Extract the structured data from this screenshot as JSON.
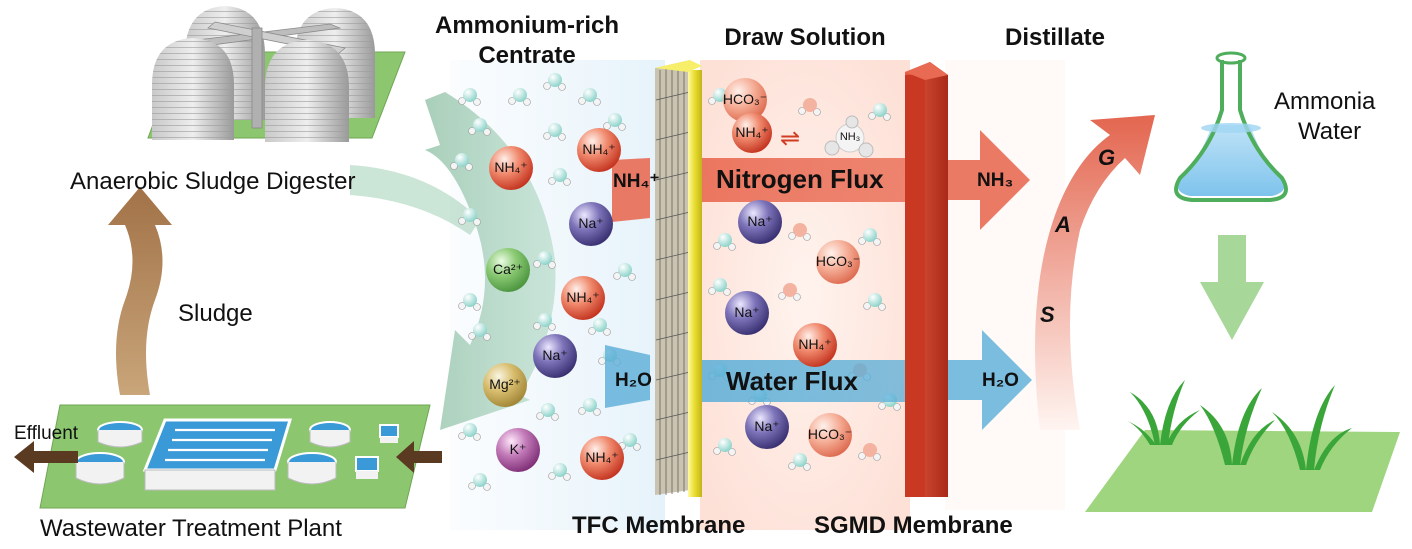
{
  "headers": {
    "centrate_line1": "Ammonium-rich",
    "centrate_line2": "Centrate",
    "draw": "Draw Solution",
    "distillate": "Distillate"
  },
  "labels": {
    "digester": "Anaerobic Sludge Digester",
    "sludge": "Sludge",
    "effluent": "Effluent",
    "wwtp": "Wastewater Treatment Plant",
    "ammonia_line1": "Ammonia",
    "ammonia_line2": "Water",
    "tfc": "TFC Membrane",
    "sgmd": "SGMD Membrane"
  },
  "fluxes": {
    "nitrogen": "Nitrogen Flux",
    "water": "Water Flux",
    "nh4_in": "NH₄⁺",
    "h2o_in": "H₂O",
    "nh3_out": "NH₃",
    "h2o_out": "H₂O"
  },
  "gas_letters": [
    "G",
    "A",
    "S"
  ],
  "ions_feed": [
    {
      "text": "NH₄⁺",
      "kind": "nh4"
    },
    {
      "text": "NH₄⁺",
      "kind": "nh4"
    },
    {
      "text": "Na⁺",
      "kind": "na"
    },
    {
      "text": "Ca²⁺",
      "kind": "ca"
    },
    {
      "text": "NH₄⁺",
      "kind": "nh4"
    },
    {
      "text": "Na⁺",
      "kind": "na"
    },
    {
      "text": "Mg²⁺",
      "kind": "mg"
    },
    {
      "text": "K⁺",
      "kind": "k"
    },
    {
      "text": "NH₄⁺",
      "kind": "nh4"
    }
  ],
  "ions_draw": [
    {
      "text": "HCO₃⁻",
      "kind": "hco3"
    },
    {
      "text": "NH₄⁺",
      "kind": "nh4"
    },
    {
      "text": "NH₃",
      "kind": "nh3"
    },
    {
      "text": "Na⁺",
      "kind": "na"
    },
    {
      "text": "HCO₃⁻",
      "kind": "hco3"
    },
    {
      "text": "Na⁺",
      "kind": "na"
    },
    {
      "text": "NH₄⁺",
      "kind": "nh4"
    },
    {
      "text": "Na⁺",
      "kind": "na"
    },
    {
      "text": "HCO₃⁻",
      "kind": "hco3"
    }
  ],
  "equilibrium_symbol": "⇌",
  "colors": {
    "nh4": "#e0442b",
    "na": "#4a3f8e",
    "ca": "#5aa845",
    "mg": "#c6a23c",
    "k": "#a0479a",
    "hco3": "#e66b4f",
    "nitrogen_arrow": "#e8634a",
    "water_arrow": "#5aaed8",
    "tfc_membrane": "#e8dc2c",
    "sgmd_membrane": "#d2402a",
    "ground": "#8fc66b",
    "sludge_arrow": "#b88a5c"
  }
}
